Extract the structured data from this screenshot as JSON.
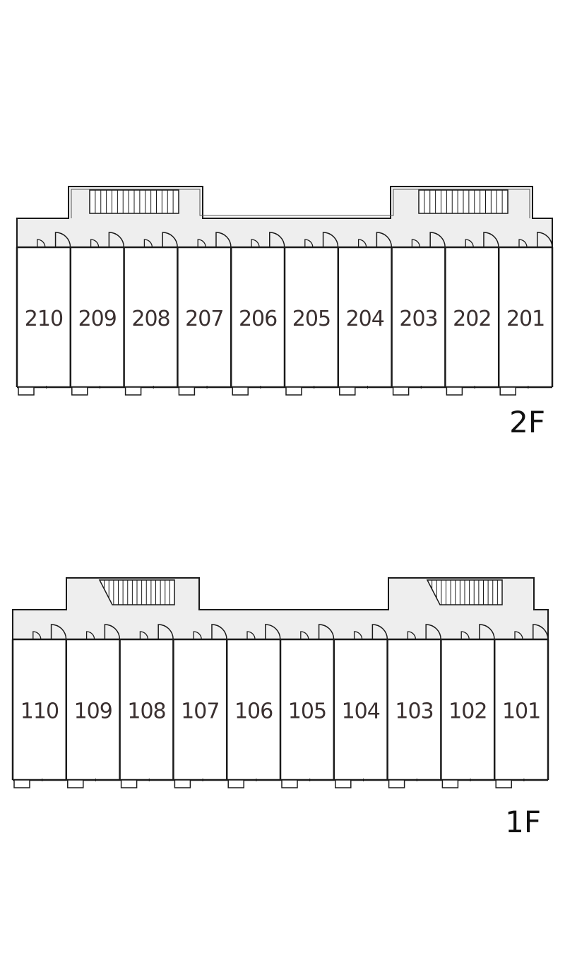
{
  "floors": [
    {
      "label": "2F",
      "rooms": [
        "210",
        "209",
        "208",
        "207",
        "206",
        "205",
        "204",
        "203",
        "202",
        "201"
      ]
    },
    {
      "label": "1F",
      "rooms": [
        "110",
        "109",
        "108",
        "107",
        "106",
        "105",
        "104",
        "103",
        "102",
        "101"
      ]
    }
  ],
  "colors": {
    "corridor": "#eeeeee",
    "wall": "#1a1a1a",
    "room_text": "#3a3030"
  }
}
